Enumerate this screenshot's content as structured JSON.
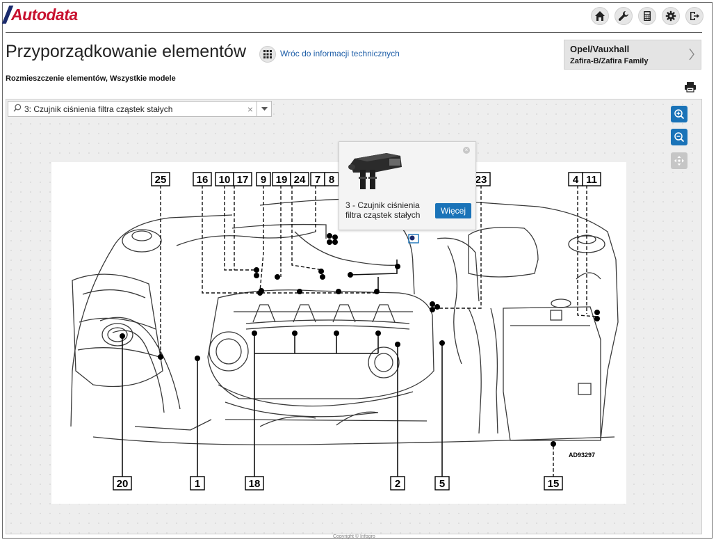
{
  "header": {
    "logo_text": "Autodata",
    "nav_icons": [
      "home-icon",
      "wrench-icon",
      "calculator-icon",
      "gear-icon",
      "logout-icon"
    ]
  },
  "page": {
    "title": "Przyporządkowanie elementów",
    "back_link": "Wróc do informacji technicznych",
    "subtitle": "Rozmieszczenie elementów, Wszystkie modele"
  },
  "vehicle": {
    "make": "Opel/Vauxhall",
    "model": "Zafira-B/Zafira Family"
  },
  "search": {
    "value": "3: Czujnik ciśnienia filtra cząstek stałych",
    "clear": "×"
  },
  "popup": {
    "text": "3 - Czujnik ciśnienia filtra cząstek stałych",
    "button": "Więcej"
  },
  "diagram": {
    "code": "AD93297",
    "labels": {
      "l25": "25",
      "l16": "16",
      "l10": "10",
      "l17": "17",
      "l9": "9",
      "l19": "19",
      "l24": "24",
      "l7": "7",
      "l8": "8",
      "l23": "23",
      "l4": "4",
      "l11": "11",
      "l20": "20",
      "l1": "1",
      "l18": "18",
      "l2": "2",
      "l5": "5",
      "l15": "15"
    }
  },
  "footer": {
    "copyright": "Copyright © Infogro"
  },
  "colors": {
    "brand_red": "#c8102e",
    "brand_navy": "#1a2a6c",
    "accent_blue": "#1a73b8",
    "link_blue": "#1f5fa8"
  }
}
